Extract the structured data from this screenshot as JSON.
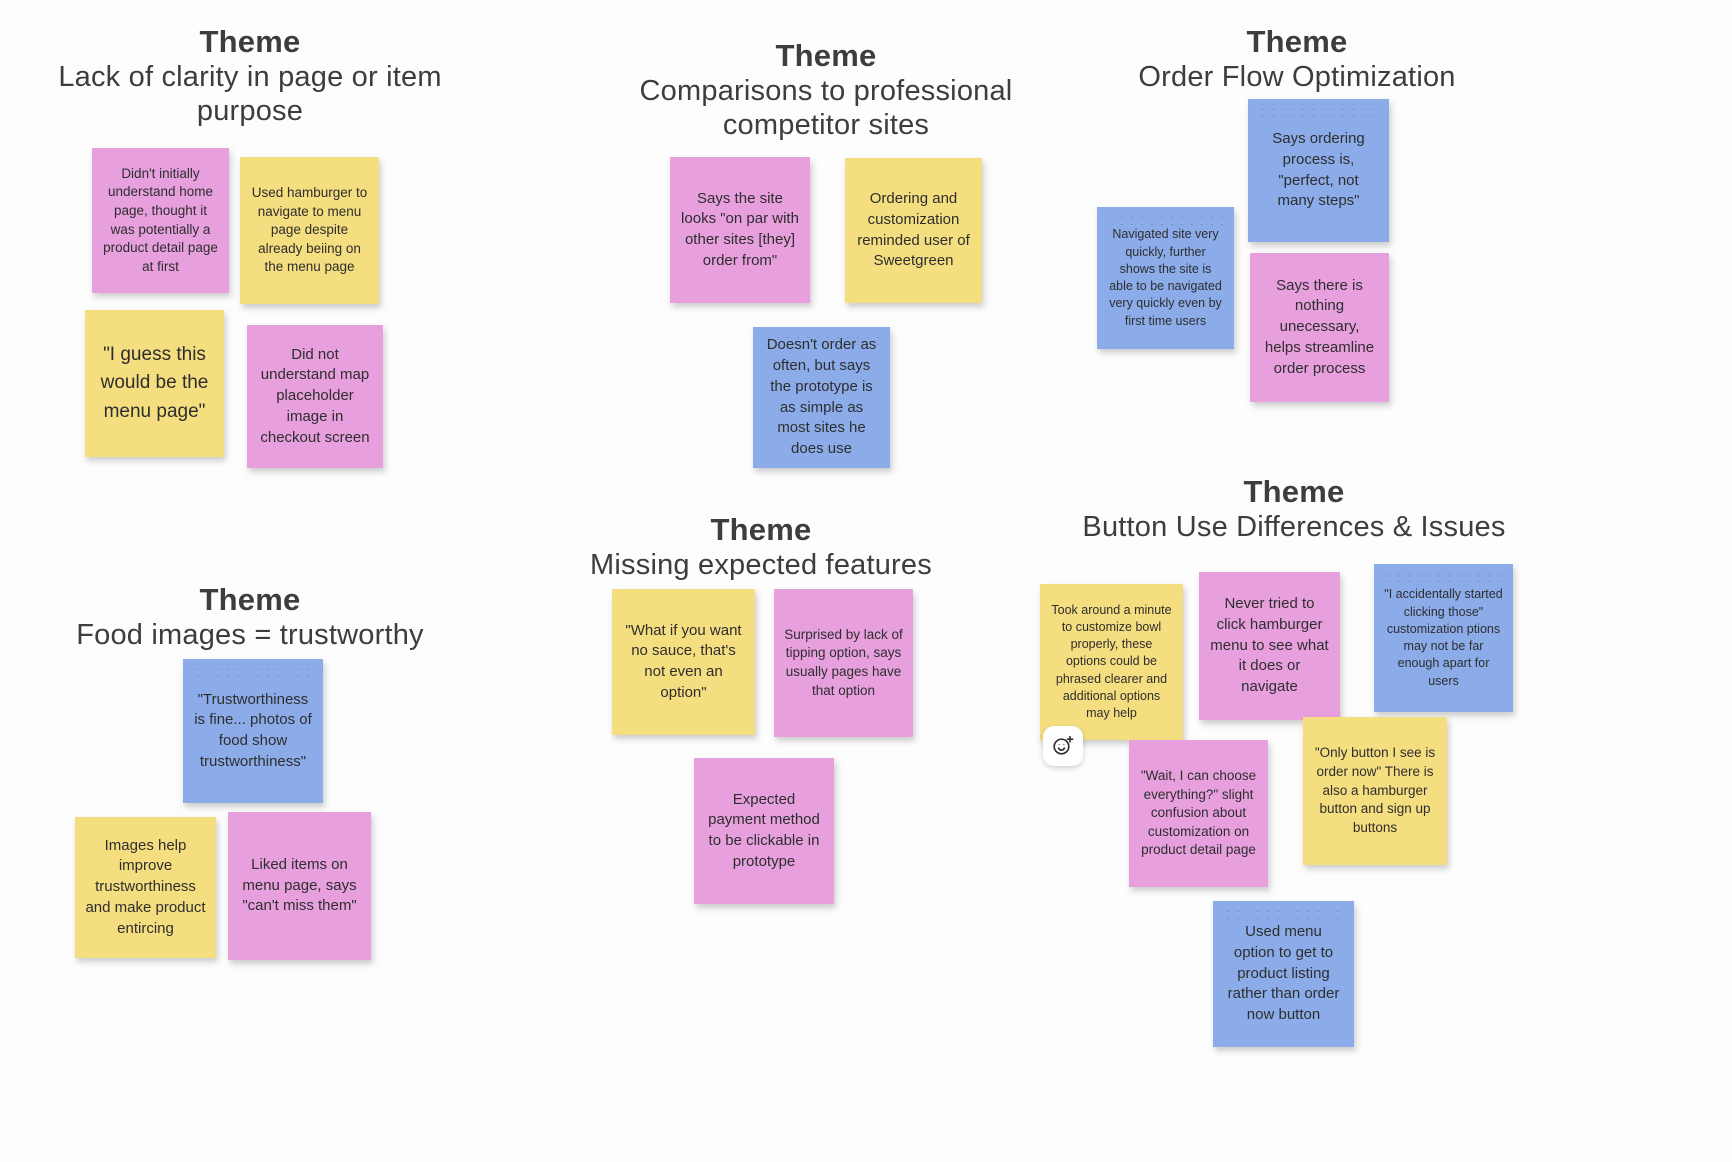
{
  "colors": {
    "board_bg": "#fdfdfd",
    "pink": "#e7a0dd",
    "yellow": "#f5de7f",
    "blue": "#8bace9",
    "title_text": "#3d3d3d",
    "note_text": "#2e2e2e"
  },
  "reaction_button": {
    "icon": "add-reaction-icon"
  },
  "themes": [
    {
      "label": "Theme",
      "title": "Lack of clarity in page or item purpose",
      "notes": [
        {
          "color": "pink",
          "text": "Didn't initially understand home page, thought it was potentially a product detail page at first"
        },
        {
          "color": "yellow",
          "text": "Used hamburger to navigate to menu page despite already beiing on the menu page"
        },
        {
          "color": "yellow",
          "text": "\"I guess this would be the menu page\""
        },
        {
          "color": "pink",
          "text": "Did not understand map placeholder image in checkout screen"
        }
      ]
    },
    {
      "label": "Theme",
      "title": "Comparisons to professional competitor sites",
      "notes": [
        {
          "color": "pink",
          "text": "Says the site looks \"on par with other sites [they] order from\""
        },
        {
          "color": "yellow",
          "text": "Ordering and customization reminded user of Sweetgreen"
        },
        {
          "color": "blue",
          "text": "Doesn't order as often, but says the prototype is as simple as most sites he does use"
        }
      ]
    },
    {
      "label": "Theme",
      "title": "Order Flow Optimization",
      "notes": [
        {
          "color": "blue",
          "text": "Says ordering process is, \"perfect, not many steps\""
        },
        {
          "color": "blue",
          "text": "Navigated site very quickly, further shows the site is able to be navigated very quickly even by first time users"
        },
        {
          "color": "pink",
          "text": "Says there is nothing unecessary, helps streamline order process"
        }
      ]
    },
    {
      "label": "Theme",
      "title": "Food images = trustworthy",
      "notes": [
        {
          "color": "blue",
          "text": "\"Trustworthiness is fine... photos of food show trustworthiness\""
        },
        {
          "color": "yellow",
          "text": "Images help improve trustworthiness and make product entircing"
        },
        {
          "color": "pink",
          "text": "Liked items on menu page, says \"can't miss them\""
        }
      ]
    },
    {
      "label": "Theme",
      "title": "Missing expected features",
      "notes": [
        {
          "color": "yellow",
          "text": "\"What if you want no sauce, that's not even an option\""
        },
        {
          "color": "pink",
          "text": "Surprised by lack of tipping option, says usually pages have that option"
        },
        {
          "color": "pink",
          "text": "Expected payment method to be clickable in prototype"
        }
      ]
    },
    {
      "label": "Theme",
      "title": "Button Use Differences & Issues",
      "notes": [
        {
          "color": "yellow",
          "text": "Took around a minute to customize bowl properly, these options could be phrased clearer and additional options may help"
        },
        {
          "color": "pink",
          "text": "Never tried to click hamburger menu to see what it does or navigate"
        },
        {
          "color": "blue",
          "text": "\"I accidentally started clicking those\" customization ptions may not be far enough apart for users"
        },
        {
          "color": "pink",
          "text": "\"Wait, I can choose everything?\" slight confusion about customization on product detail page"
        },
        {
          "color": "yellow",
          "text": "\"Only button I see is order now\" There is also a hamburger button and sign up buttons"
        },
        {
          "color": "blue",
          "text": "Used menu option to get to product listing rather than order now button"
        }
      ]
    }
  ]
}
